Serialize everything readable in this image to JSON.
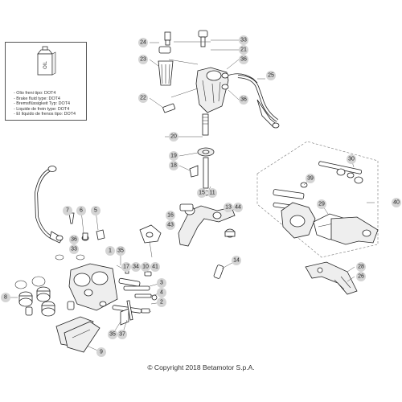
{
  "info_box": {
    "oil_label": "OIL",
    "fluid_lines": [
      "- Olio freni tipo: DOT4",
      "- Brake fluid type: DOT4",
      "- Bremsflüssigkeit Typ: DOT4",
      "- Liquide de frein type: DOT4",
      "- El líquido de frenos tipo: DOT4"
    ]
  },
  "callouts": [
    "1",
    "2",
    "3",
    "4",
    "5",
    "6",
    "7",
    "8",
    "9",
    "10",
    "11",
    "13",
    "14",
    "15",
    "16",
    "17",
    "18",
    "19",
    "20",
    "21",
    "22",
    "23",
    "24",
    "25",
    "26",
    "28",
    "29",
    "30",
    "33",
    "34",
    "35",
    "36",
    "37",
    "39",
    "40",
    "41",
    "43",
    "44"
  ],
  "copyright": "© Copyright 2018 Betamotor S.p.A."
}
